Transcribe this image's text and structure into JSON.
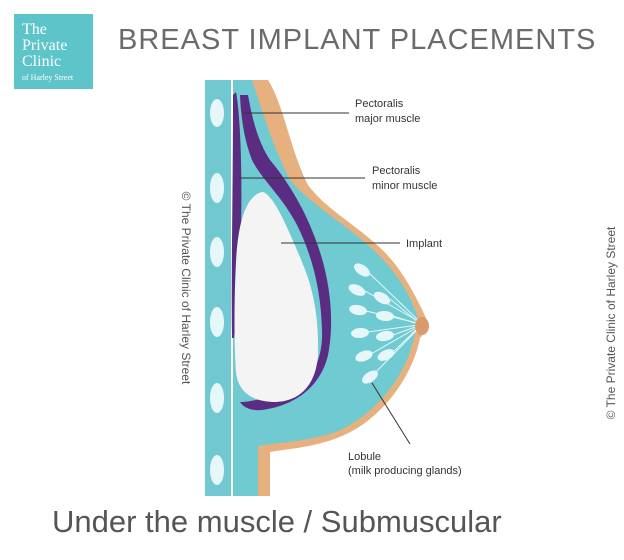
{
  "logo": {
    "line1": "The",
    "line2": "Private",
    "line3": "Clinic",
    "line4": "of Harley Street",
    "color": "#5dc5c9"
  },
  "title": "BREAST IMPLANT PLACEMENTS",
  "caption": "Under the muscle / Submuscular",
  "copyright": "© The Private Clinic of Harley Street",
  "labels": {
    "pectoralis_major_1": "Pectoralis",
    "pectoralis_major_2": "major muscle",
    "pectoralis_minor_1": "Pectoralis",
    "pectoralis_minor_2": "minor muscle",
    "implant": "Implant",
    "lobule_1": "Lobule",
    "lobule_2": "(milk producing glands)"
  },
  "colors": {
    "chest_wall": "#71c8d0",
    "rib": "#e6f7f9",
    "skin": "#e7b07f",
    "muscle": "#5a2d82",
    "implant": "#f4f4f4",
    "gland_tissue": "#6fcad2",
    "leader_line": "#333333"
  }
}
